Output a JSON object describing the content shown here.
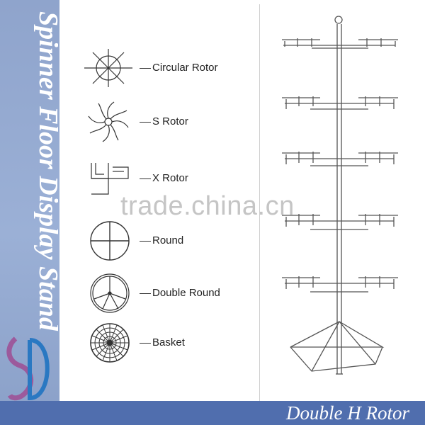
{
  "side_title": "Spinner Floor Display Stand",
  "footer_title": "Double H Rotor",
  "watermark": "trade.china.cn",
  "rotors": [
    {
      "label": "Circular Rotor",
      "icon": "circular-rotor-icon"
    },
    {
      "label": "S Rotor",
      "icon": "s-rotor-icon"
    },
    {
      "label": "X Rotor",
      "icon": "x-rotor-icon"
    },
    {
      "label": "Round",
      "icon": "round-rotor-icon"
    },
    {
      "label": "Double Round",
      "icon": "double-round-rotor-icon"
    },
    {
      "label": "Basket",
      "icon": "basket-rotor-icon"
    }
  ],
  "colors": {
    "sidebar": "#8fa4cc",
    "footer": "#506eae",
    "line": "#333333"
  }
}
